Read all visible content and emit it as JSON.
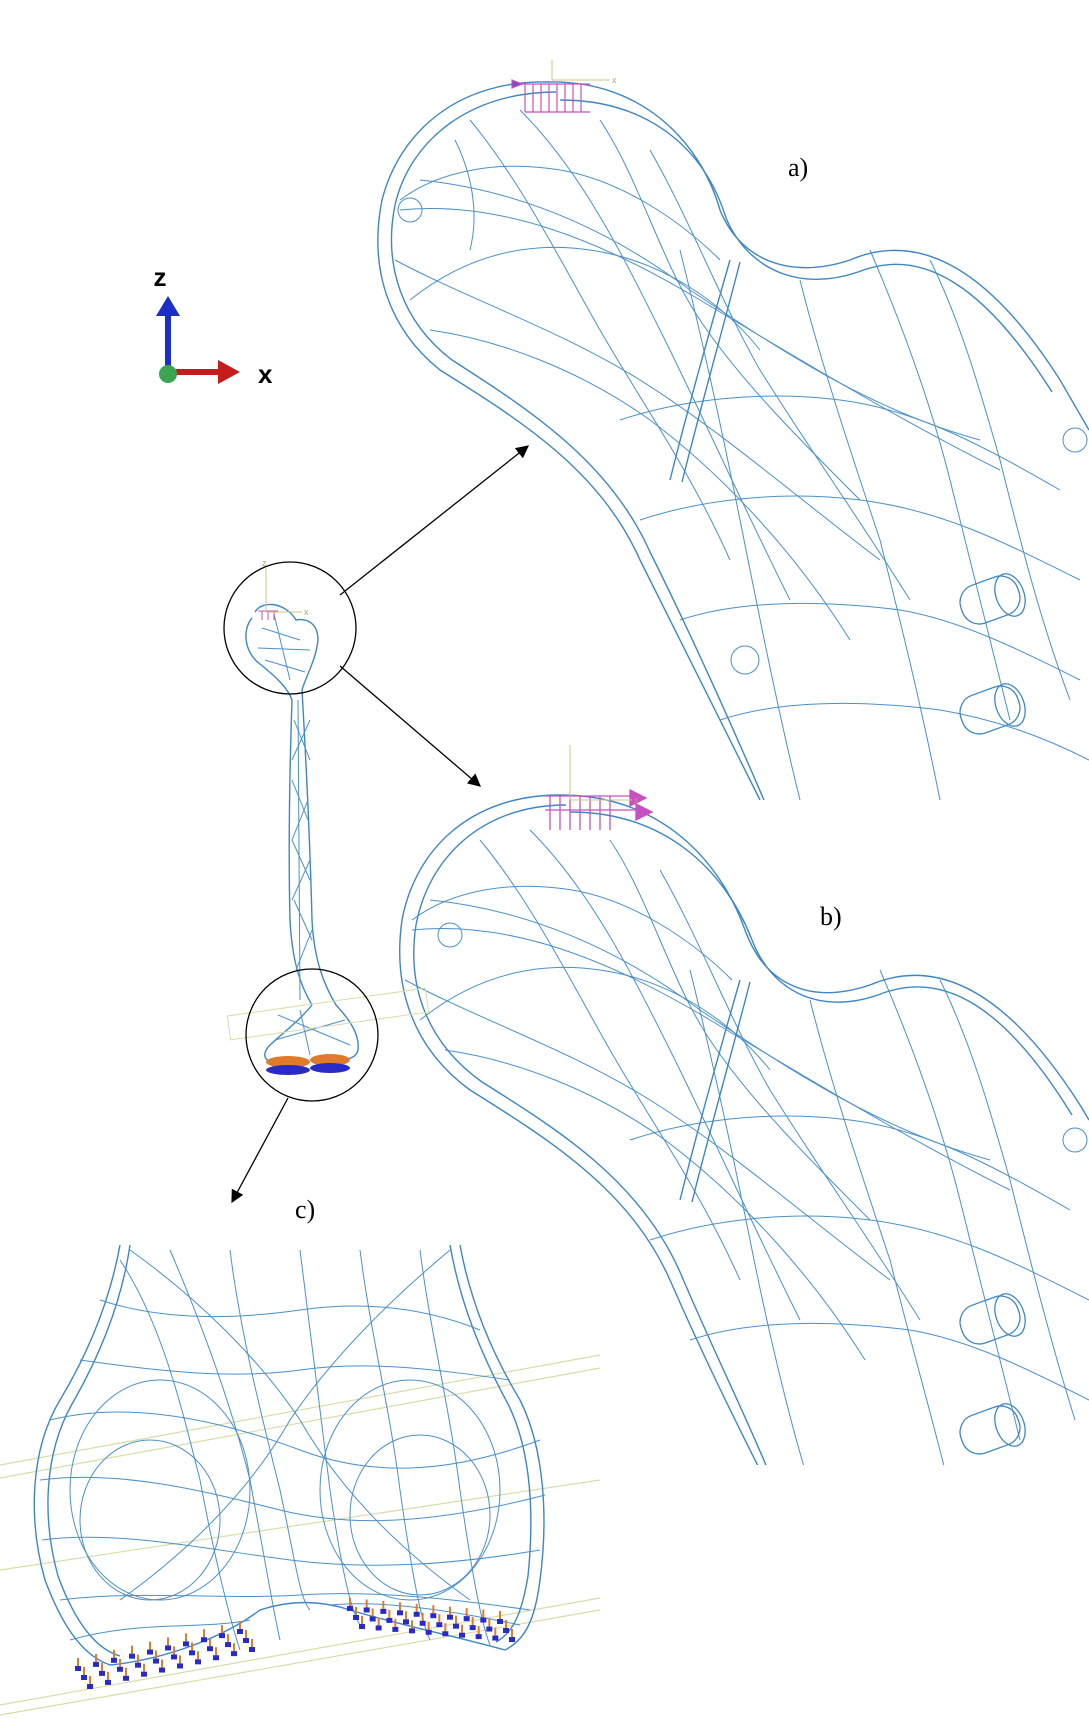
{
  "panels": {
    "a": {
      "label": "a)"
    },
    "b": {
      "label": "b)"
    },
    "c": {
      "label": "c)"
    }
  },
  "triad": {
    "z": "z",
    "x": "x"
  },
  "mini_triad": {
    "z": "z",
    "x": "x"
  },
  "colors": {
    "mesh": "#3d86c6",
    "load": "#c94fc2",
    "support_orange": "#e07b2a",
    "support_blue": "#2a2ac8",
    "axis_z": "#1a2fc9",
    "axis_x": "#c41d1d",
    "origin": "#3aa652"
  },
  "icons": [
    "coordinate-triad-icon",
    "zoom-arrow-icon"
  ]
}
